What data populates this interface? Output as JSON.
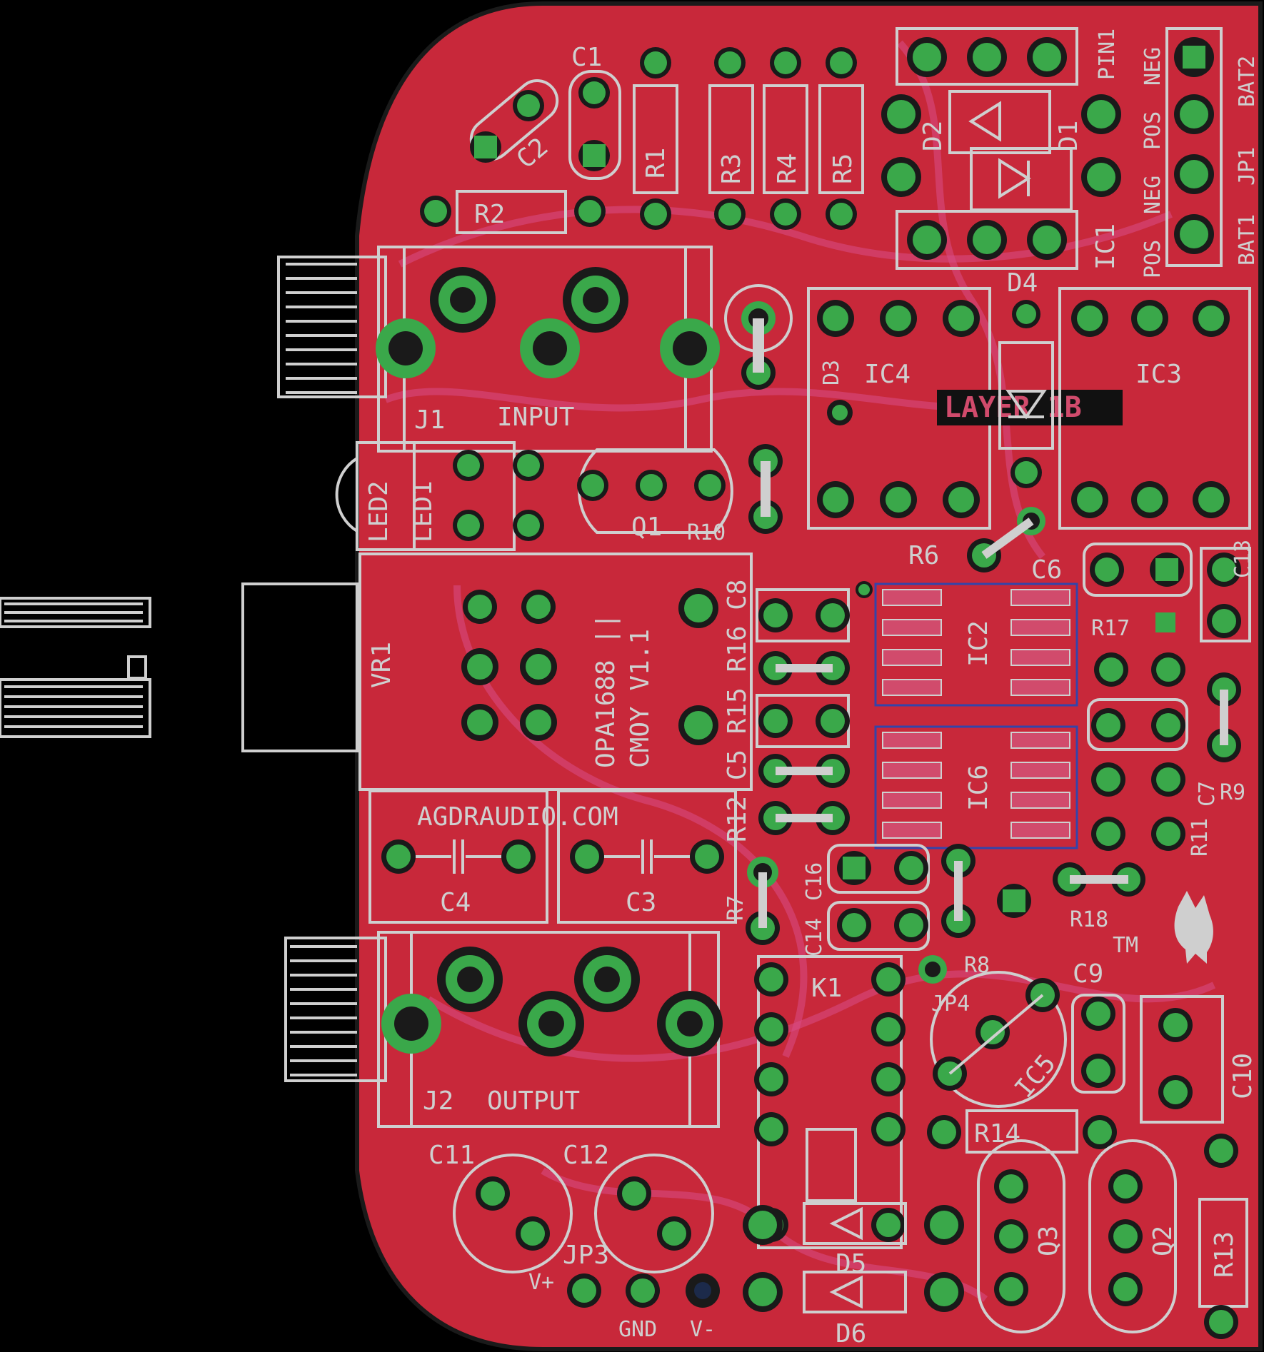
{
  "board": {
    "text": {
      "website": "AGDRAUDIO.COM",
      "project_line1": "OPA1688 ||",
      "project_line2": "CMOY V1.1",
      "vertical_codes": "R12 C5 R15 R16 C8",
      "tm": "TM",
      "layer_badge": "LAYER 1B"
    },
    "labels": {
      "c1": "C1",
      "c2": "C2",
      "r1": "R1",
      "r2": "R2",
      "r3": "R3",
      "r4": "R4",
      "r5": "R5",
      "d1": "D1",
      "d2": "D2",
      "ic1": "IC1",
      "pin1": "PIN1",
      "jp1": "JP1",
      "bat1": "BAT1",
      "bat2": "BAT2",
      "pos": "POS",
      "neg": "NEG",
      "j1": "J1",
      "input": "INPUT",
      "d3": "D3",
      "d4": "D4",
      "ic4": "IC4",
      "ic3": "IC3",
      "led1": "LED1",
      "led2": "LED2",
      "q1": "Q1",
      "r10": "R10",
      "r6": "R6",
      "c6": "C6",
      "r17": "R17",
      "c13": "C13",
      "ic2": "IC2",
      "vr1": "VR1",
      "c7": "C7",
      "r9": "R9",
      "r11": "R11",
      "ic6": "IC6",
      "c16": "C16",
      "c14": "C14",
      "r18": "R18",
      "c4": "C4",
      "c3": "C3",
      "r7": "R7",
      "r8": "R8",
      "k1": "K1",
      "jp4": "JP4",
      "c9": "C9",
      "ic5": "IC5",
      "c10": "C10",
      "j2": "J2",
      "output": "OUTPUT",
      "r14": "R14",
      "c11": "C11",
      "c12": "C12",
      "jp3": "JP3",
      "vplus": "V+",
      "gnd": "GND",
      "vminus": "V-",
      "d5": "D5",
      "d6": "D6",
      "q3": "Q3",
      "q2": "Q2",
      "r13": "R13"
    },
    "colors": {
      "background": "#000000",
      "board": "#c8283a",
      "outline": "#1a1a1a",
      "silkscreen": "#cfcfcf",
      "pad": "#3aa84a",
      "via_ring": "#1a1a1a",
      "trace_bottom": "#3344aa"
    }
  }
}
